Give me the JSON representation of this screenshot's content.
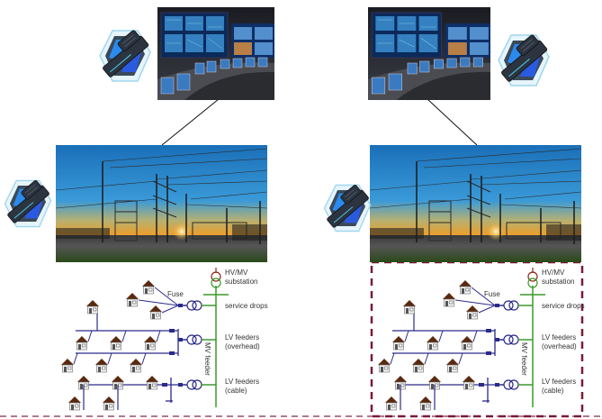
{
  "left_panel": {
    "control_room": {
      "name": "control-room-image",
      "alt": "Control room with monitoring screens"
    },
    "substation": {
      "name": "substation-photo",
      "alt": "Electrical substation at sunset"
    },
    "diagram": {
      "labels": {
        "substation_top": "HV/MV",
        "substation_bottom": "substation",
        "fuse": "Fuse",
        "service_drops": "service drops",
        "lv_overhead_1": "LV feeders",
        "lv_overhead_2": "(overhead)",
        "lv_cable_1": "LV feeders",
        "lv_cable_2": "(cable)",
        "mv_feeder": "MV feeder"
      }
    }
  },
  "right_panel": {
    "control_room": {
      "name": "control-room-image",
      "alt": "Control room with monitoring screens"
    },
    "substation": {
      "name": "substation-photo",
      "alt": "Electrical substation at sunset"
    },
    "diagram": {
      "labels": {
        "substation_top": "HV/MV",
        "substation_bottom": "substation",
        "fuse": "Fuse",
        "service_drops": "service drops",
        "lv_overhead_1": "LV feeders",
        "lv_overhead_2": "(overhead)",
        "lv_cable_1": "LV feeders",
        "lv_cable_2": "(cable)",
        "mv_feeder": "MV feeder"
      },
      "highlighted": true
    }
  },
  "colors": {
    "highlight_border": "#7a1a35",
    "baseline_dash": "#b07a8a",
    "mv_line": "#3a9a2a",
    "lv_line": "#2a2a8a",
    "house_roof": "#5a2a10",
    "transformer_top": "#8a2a1a"
  }
}
